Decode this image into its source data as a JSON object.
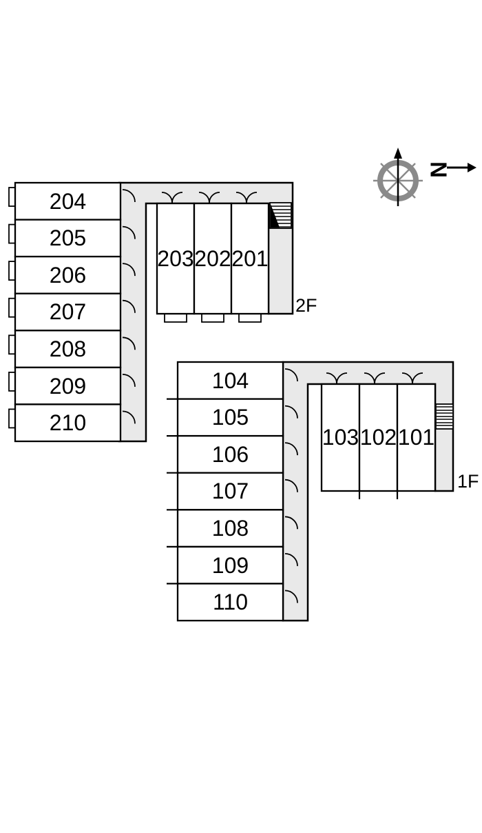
{
  "plan": {
    "floors": [
      {
        "label": "2F",
        "column_rooms": [
          "204",
          "205",
          "206",
          "207",
          "208",
          "209",
          "210"
        ],
        "row_rooms": [
          "203",
          "202",
          "201"
        ]
      },
      {
        "label": "1F",
        "column_rooms": [
          "104",
          "105",
          "106",
          "107",
          "108",
          "109",
          "110"
        ],
        "row_rooms": [
          "103",
          "102",
          "101"
        ]
      }
    ],
    "compass": {
      "north_label": "N"
    },
    "colors": {
      "corridor_fill": "#e9e9e9",
      "wall": "#000000",
      "compass_ring": "#8a8a8a"
    }
  }
}
